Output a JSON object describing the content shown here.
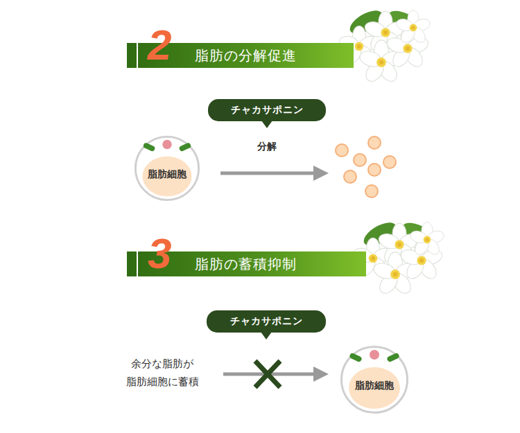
{
  "diagram": {
    "nodes": [
      {
        "text": [
          "2",
          "脂肪の分解促進"
        ]
      },
      {
        "text": [
          "チャカサポニン"
        ]
      },
      {
        "text": [
          "脂肪細胞"
        ]
      },
      {
        "text": [
          "3",
          "脂肪の蓄積抑制"
        ]
      },
      {
        "text": [
          "チャカサポニン"
        ]
      },
      {
        "text": [
          "脂肪細胞"
        ]
      }
    ],
    "labels": [
      "分解",
      "余分な脂肪が 脂肪細胞に蓄積"
    ]
  }
}
